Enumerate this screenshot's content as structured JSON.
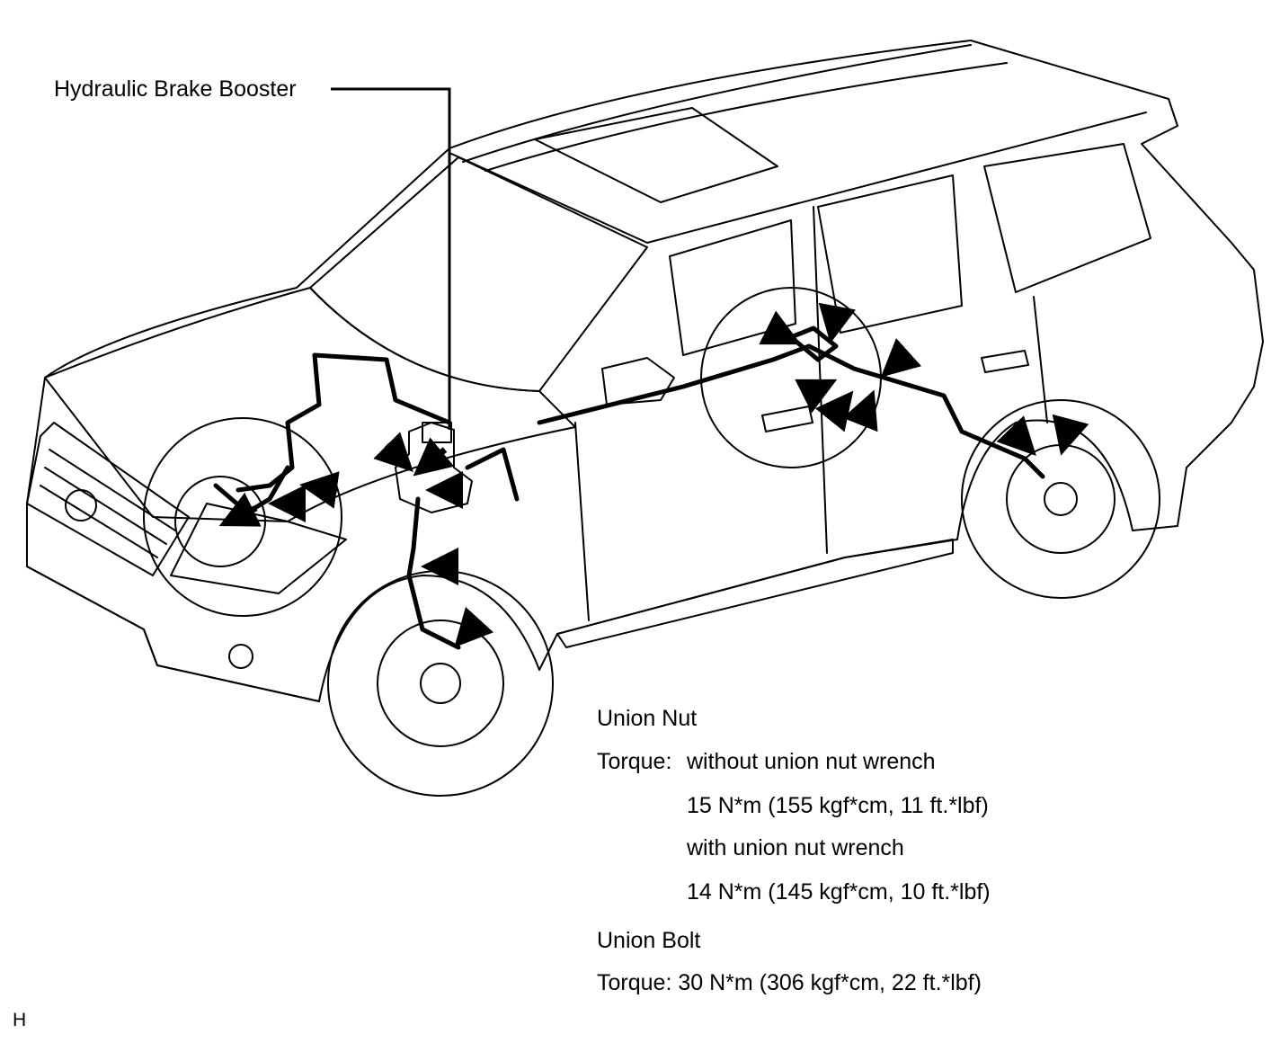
{
  "callout": {
    "label": "Hydraulic Brake Booster"
  },
  "specs": {
    "union_nut": {
      "title": "Union Nut",
      "torque_prefix": "Torque:",
      "without_wrench_label": "without union nut wrench",
      "without_wrench_value": "15 N*m (155 kgf*cm, 11 ft.*lbf)",
      "with_wrench_label": "with union nut wrench",
      "with_wrench_value": "14 N*m (145 kgf*cm, 10 ft.*lbf)"
    },
    "union_bolt": {
      "title": "Union Bolt",
      "torque": "Torque: 30 N*m (306 kgf*cm, 22 ft.*lbf)"
    }
  },
  "figure_code": "H",
  "colors": {
    "line": "#000000",
    "background": "#ffffff"
  }
}
